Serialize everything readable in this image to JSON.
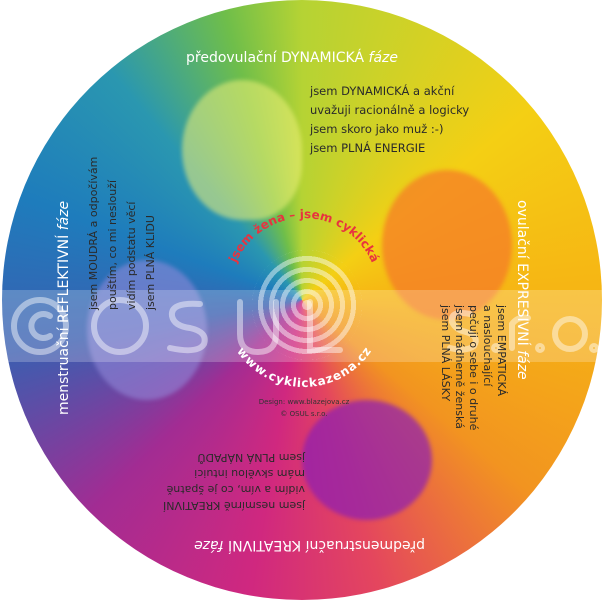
{
  "phases": {
    "top": {
      "title_prefix": "předovulační DYNAMICKÁ",
      "title_suffix": "fáze",
      "lines": [
        "jsem DYNAMICKÁ a akční",
        "uvažuji racionálně a logicky",
        "jsem skoro jako muž :-)",
        "jsem PLNÁ ENERGIE"
      ]
    },
    "right": {
      "title_prefix": "ovulační EXPRESIVNÍ",
      "title_suffix": "fáze",
      "lines": [
        "jsem EMPATICKÁ",
        "a naslouchající",
        "pečuji o sebe i o druhé",
        "jsem nádherně ženská",
        "jsem PLNÁ LÁSKY"
      ]
    },
    "bottom": {
      "title_prefix": "předmenstruační KREATIVNÍ",
      "title_suffix": "fáze",
      "lines": [
        "jsem nesmírně KREATIVNÍ",
        "vidím a vím, co je špatně",
        "mám skvělou intuici",
        "jsem PLNÁ NÁPADŮ"
      ]
    },
    "left": {
      "title_prefix": "menstruační REFLEKTIVNÍ",
      "title_suffix": "fáze",
      "lines": [
        "jsem MOUDRÁ a odpočívám",
        "pouštím, co mi neslouží",
        "vidím podstatu věcí",
        "jsem PLNÁ KLIDU"
      ]
    }
  },
  "center": {
    "slogan": "jsem žena – jsem cyklická",
    "website": "www.cyklickazena.cz",
    "design": "Design: www.blazejova.cz",
    "copyright": "© OSUL s.r.o."
  },
  "watermark": "©OSUL s.r.o.",
  "colors": {
    "slogan": "#e8333f"
  }
}
